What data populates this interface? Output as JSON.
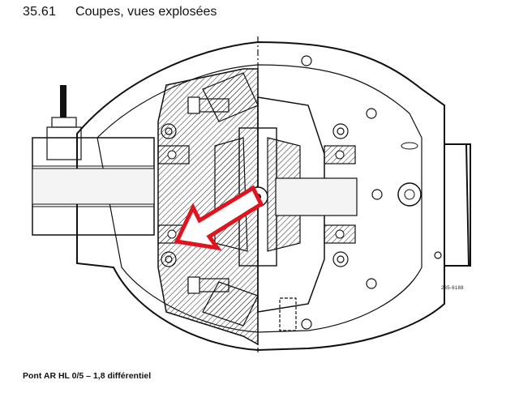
{
  "header": {
    "section_number": "35.61",
    "section_title": "Coupes, vues explosées"
  },
  "figure": {
    "reference": "235-6188"
  },
  "caption": {
    "text": "Pont AR HL 0/5 – 1,8 différentiel"
  },
  "colors": {
    "ink": "#111111",
    "hatch": "#222222",
    "arrow": "#e0141e",
    "paper": "#ffffff"
  },
  "icons": [
    "red-arrow-indicator"
  ]
}
